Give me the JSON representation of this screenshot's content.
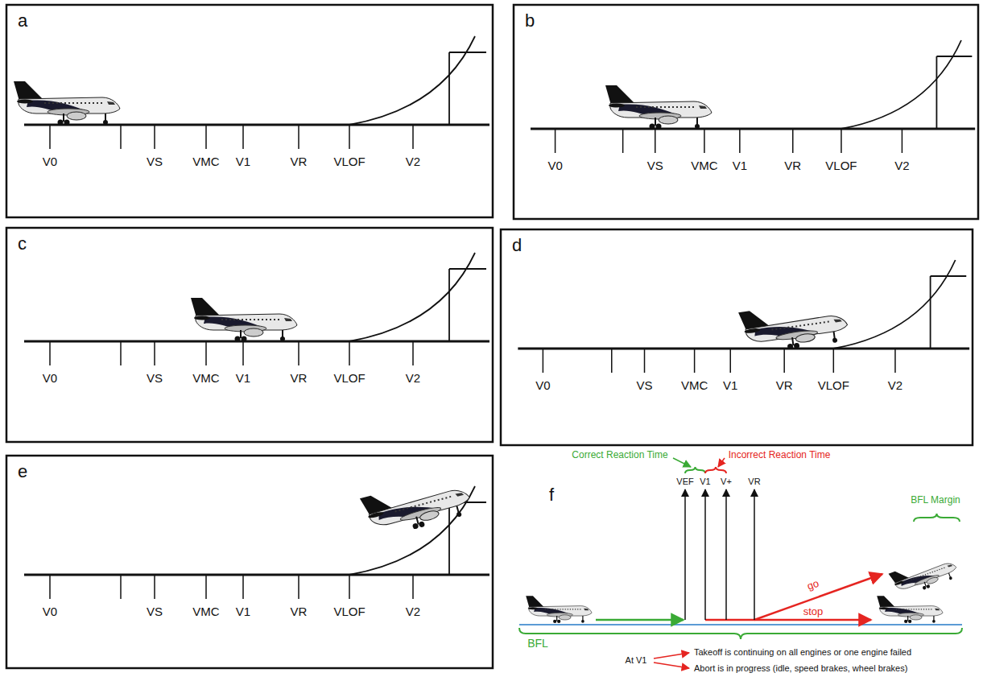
{
  "diagram": {
    "labels": [
      "a",
      "V0",
      "VS",
      "VMC",
      "V1",
      "VR",
      "VLOF",
      "V2",
      "b",
      "V0",
      "VS",
      "VMC",
      "V1",
      "VR",
      "VLOF",
      "V2",
      "c",
      "V0",
      "VS",
      "VMC",
      "V1",
      "VR",
      "VLOF",
      "V2",
      "d",
      "V0",
      "VS",
      "VMC",
      "V1",
      "VR",
      "VLOF",
      "V2",
      "e",
      "V0",
      "VS",
      "VMC",
      "V1",
      "VR",
      "VLOF",
      "V2",
      "f",
      "Correct Reaction Time",
      "Incorrect Reaction Time",
      "VEF",
      "V1",
      "V+",
      "VR",
      "go",
      "stop",
      "BFL Margin",
      "BFL",
      "At V1",
      "Takeoff is continuing on all engines or one engine failed",
      "Abort is in progress (idle, speed brakes, wheel brakes)"
    ]
  }
}
